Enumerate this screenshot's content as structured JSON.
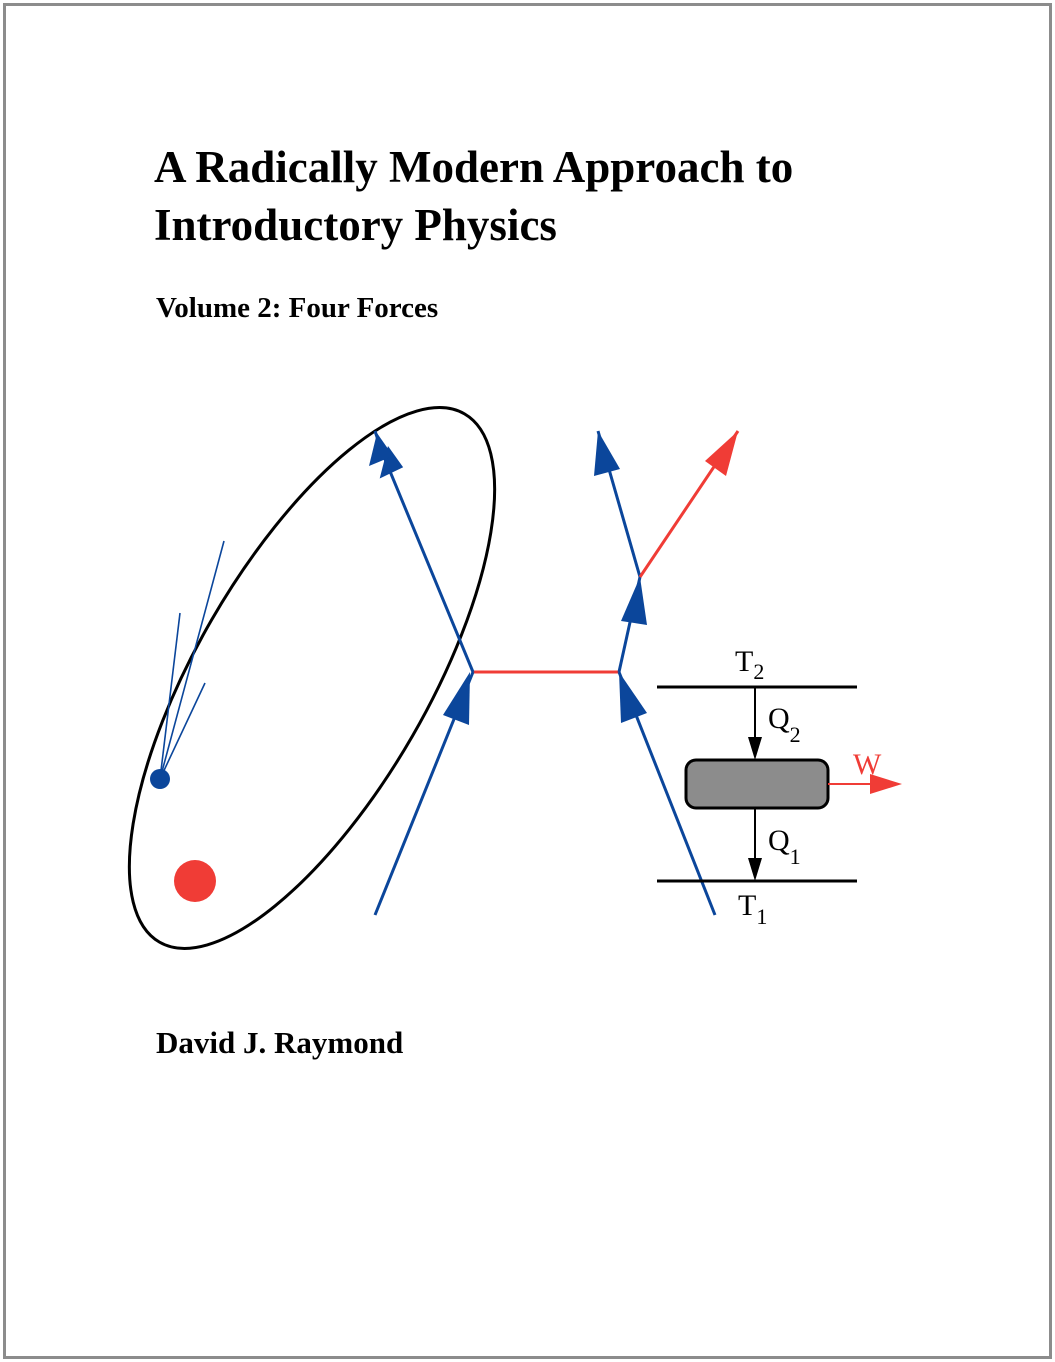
{
  "cover": {
    "title_line1": "A Radically Modern Approach to",
    "title_line2": "Introductory Physics",
    "subtitle": "Volume 2: Four Forces",
    "author": "David J. Raymond"
  },
  "illustration": {
    "engine_labels": {
      "hot_reservoir": "T",
      "hot_sub": "2",
      "heat_in": "Q",
      "heat_in_sub": "2",
      "heat_out": "Q",
      "heat_out_sub": "1",
      "cold_reservoir": "T",
      "cold_sub": "1",
      "work": "W"
    },
    "colors": {
      "blue": "#0b469b",
      "red": "#f03c36",
      "black": "#000000",
      "engine_fill": "#8c8c8c",
      "border": "#8c8c8c"
    }
  }
}
